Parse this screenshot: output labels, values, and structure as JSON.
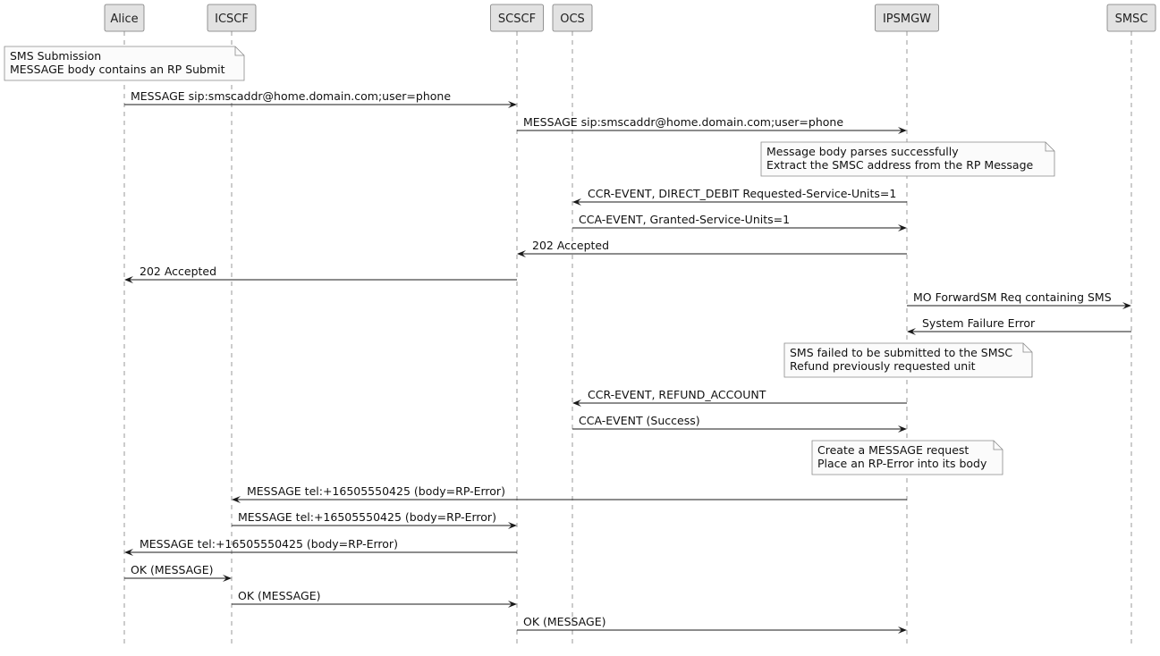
{
  "participants": [
    {
      "id": "alice",
      "label": "Alice"
    },
    {
      "id": "icscf",
      "label": "ICSCF"
    },
    {
      "id": "scscf",
      "label": "SCSCF"
    },
    {
      "id": "ocs",
      "label": "OCS"
    },
    {
      "id": "ipsmgw",
      "label": "IPSMGW"
    },
    {
      "id": "smsc",
      "label": "SMSC"
    }
  ],
  "steps": [
    {
      "kind": "note",
      "over": [
        "alice",
        "icscf"
      ],
      "lines": [
        "SMS Submission",
        "MESSAGE body contains an RP Submit"
      ]
    },
    {
      "kind": "msg",
      "from": "alice",
      "to": "scscf",
      "label": "MESSAGE sip:smscaddr@home.domain.com;user=phone"
    },
    {
      "kind": "msg",
      "from": "scscf",
      "to": "ipsmgw",
      "label": "MESSAGE sip:smscaddr@home.domain.com;user=phone"
    },
    {
      "kind": "note",
      "over": [
        "ipsmgw"
      ],
      "lines": [
        "Message body parses successfully",
        "Extract the SMSC address from the RP Message"
      ]
    },
    {
      "kind": "msg",
      "from": "ipsmgw",
      "to": "ocs",
      "label": "CCR-EVENT, DIRECT_DEBIT Requested-Service-Units=1"
    },
    {
      "kind": "msg",
      "from": "ocs",
      "to": "ipsmgw",
      "label": "CCA-EVENT, Granted-Service-Units=1"
    },
    {
      "kind": "msg",
      "from": "ipsmgw",
      "to": "scscf",
      "label": "202 Accepted"
    },
    {
      "kind": "msg",
      "from": "scscf",
      "to": "alice",
      "label": "202 Accepted"
    },
    {
      "kind": "msg",
      "from": "ipsmgw",
      "to": "smsc",
      "label": "MO ForwardSM Req containing SMS"
    },
    {
      "kind": "msg",
      "from": "smsc",
      "to": "ipsmgw",
      "label": "System Failure Error"
    },
    {
      "kind": "note",
      "over": [
        "ipsmgw"
      ],
      "lines": [
        "SMS failed to be submitted to the SMSC",
        "Refund previously requested unit"
      ]
    },
    {
      "kind": "msg",
      "from": "ipsmgw",
      "to": "ocs",
      "label": "CCR-EVENT, REFUND_ACCOUNT"
    },
    {
      "kind": "msg",
      "from": "ocs",
      "to": "ipsmgw",
      "label": "CCA-EVENT (Success)"
    },
    {
      "kind": "note",
      "over": [
        "ipsmgw"
      ],
      "lines": [
        "Create a MESSAGE request",
        "Place an RP-Error into its body"
      ]
    },
    {
      "kind": "msg",
      "from": "ipsmgw",
      "to": "icscf",
      "label": "MESSAGE tel:+16505550425 (body=RP-Error)"
    },
    {
      "kind": "msg",
      "from": "icscf",
      "to": "scscf",
      "label": "MESSAGE tel:+16505550425 (body=RP-Error)"
    },
    {
      "kind": "msg",
      "from": "scscf",
      "to": "alice",
      "label": "MESSAGE tel:+16505550425 (body=RP-Error)"
    },
    {
      "kind": "msg",
      "from": "alice",
      "to": "icscf",
      "label": "OK (MESSAGE)"
    },
    {
      "kind": "msg",
      "from": "icscf",
      "to": "scscf",
      "label": "OK (MESSAGE)"
    },
    {
      "kind": "msg",
      "from": "scscf",
      "to": "ipsmgw",
      "label": "OK (MESSAGE)"
    }
  ]
}
